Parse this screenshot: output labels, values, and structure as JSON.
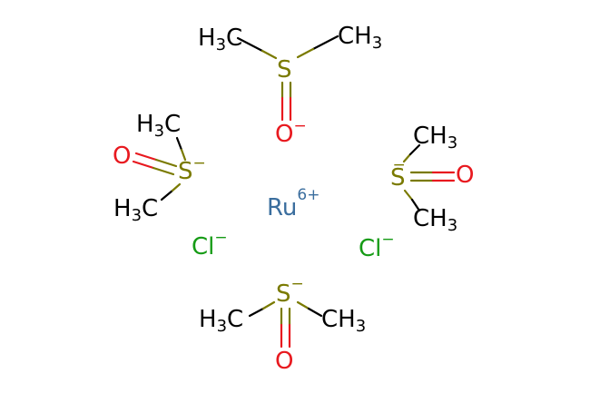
{
  "colors": {
    "sulfur": "#7a7a00",
    "oxygen": "#e8191f",
    "carbon": "#000000",
    "ruthenium": "#3b6e9e",
    "chlorine": "#169b16"
  },
  "structure": {
    "metal": {
      "symbol": "Ru",
      "charge": "6+"
    },
    "chlorides": [
      {
        "symbol": "Cl",
        "charge": "−"
      },
      {
        "symbol": "Cl",
        "charge": "−"
      }
    ],
    "dmso": [
      {
        "sulfur": "S",
        "sulfur_charge": "",
        "oxygen": "O",
        "oxygen_charge": "−",
        "methyl_left": {
          "main": "H",
          "sub": "3",
          "tail": "C"
        },
        "methyl_right": {
          "main": "CH",
          "sub": "3"
        }
      },
      {
        "sulfur": "S",
        "sulfur_charge": "−",
        "oxygen": "O",
        "oxygen_charge": "",
        "methyl_top": {
          "main": "H",
          "sub": "3",
          "tail": "C"
        },
        "methyl_bottom": {
          "main": "H",
          "sub": "3",
          "tail": "C"
        }
      },
      {
        "sulfur": "S",
        "sulfur_charge": "−",
        "oxygen": "O",
        "oxygen_charge": "",
        "methyl_top": {
          "main": "CH",
          "sub": "3"
        },
        "methyl_bottom": {
          "main": "CH",
          "sub": "3"
        }
      },
      {
        "sulfur": "S",
        "sulfur_charge": "−",
        "oxygen": "O",
        "oxygen_charge": "",
        "methyl_left": {
          "main": "H",
          "sub": "3",
          "tail": "C"
        },
        "methyl_right": {
          "main": "CH",
          "sub": "3"
        }
      }
    ]
  }
}
